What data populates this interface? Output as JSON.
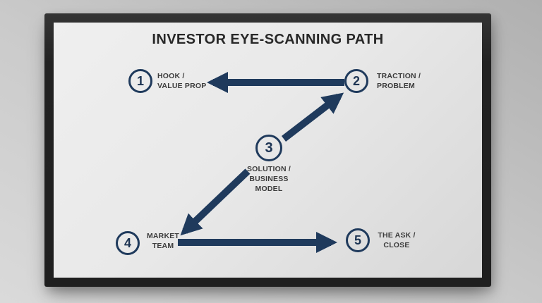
{
  "colors": {
    "accent_navy": "#1f3a5c",
    "frame_black": "#222222",
    "slide_gray": "#e9e9e9",
    "title_color": "#282828",
    "label_color": "#3c3c3c"
  },
  "slide": {
    "title": "INVESTOR EYE-SCANNING PATH"
  },
  "steps": [
    {
      "number": "1",
      "lines": [
        "HOOK /",
        "VALUE PROP"
      ]
    },
    {
      "number": "2",
      "lines": [
        "TRACTION /",
        "PROBLEM"
      ]
    },
    {
      "number": "3",
      "lines": [
        "SOLUTION /",
        "BUSINESS",
        "MODEL"
      ]
    },
    {
      "number": "4",
      "lines": [
        "MARKET",
        "TEAM"
      ]
    },
    {
      "number": "5",
      "lines": [
        "THE ASK /",
        "CLOSE"
      ]
    }
  ],
  "arrows": [
    {
      "from": "2",
      "to": "1",
      "direction": "left"
    },
    {
      "from": "3",
      "to": "2",
      "direction": "up-right"
    },
    {
      "from": "3",
      "to": "4",
      "direction": "down-left"
    },
    {
      "from": "4",
      "to": "5",
      "direction": "right"
    }
  ],
  "path_order": [
    "1",
    "2",
    "3",
    "4",
    "5"
  ]
}
